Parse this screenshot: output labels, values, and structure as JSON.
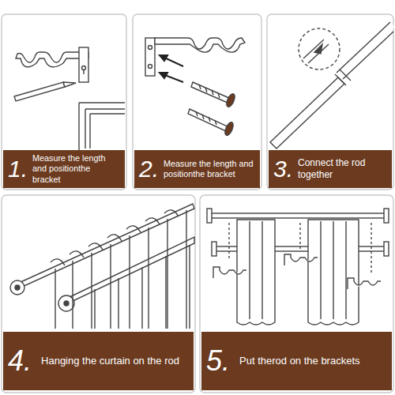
{
  "diagram": {
    "nodes": [
      {
        "text": [
          "1.",
          "Measure the length and positionthe bracket"
        ]
      },
      {
        "text": [
          "2.",
          "Measure the length and positionthe bracket"
        ]
      },
      {
        "text": [
          "3.",
          "Connect the rod together"
        ]
      },
      {
        "text": [
          "4.",
          "Hanging the curtain on the rod"
        ]
      },
      {
        "text": [
          "5.",
          "Put therod on the brackets"
        ]
      }
    ]
  }
}
